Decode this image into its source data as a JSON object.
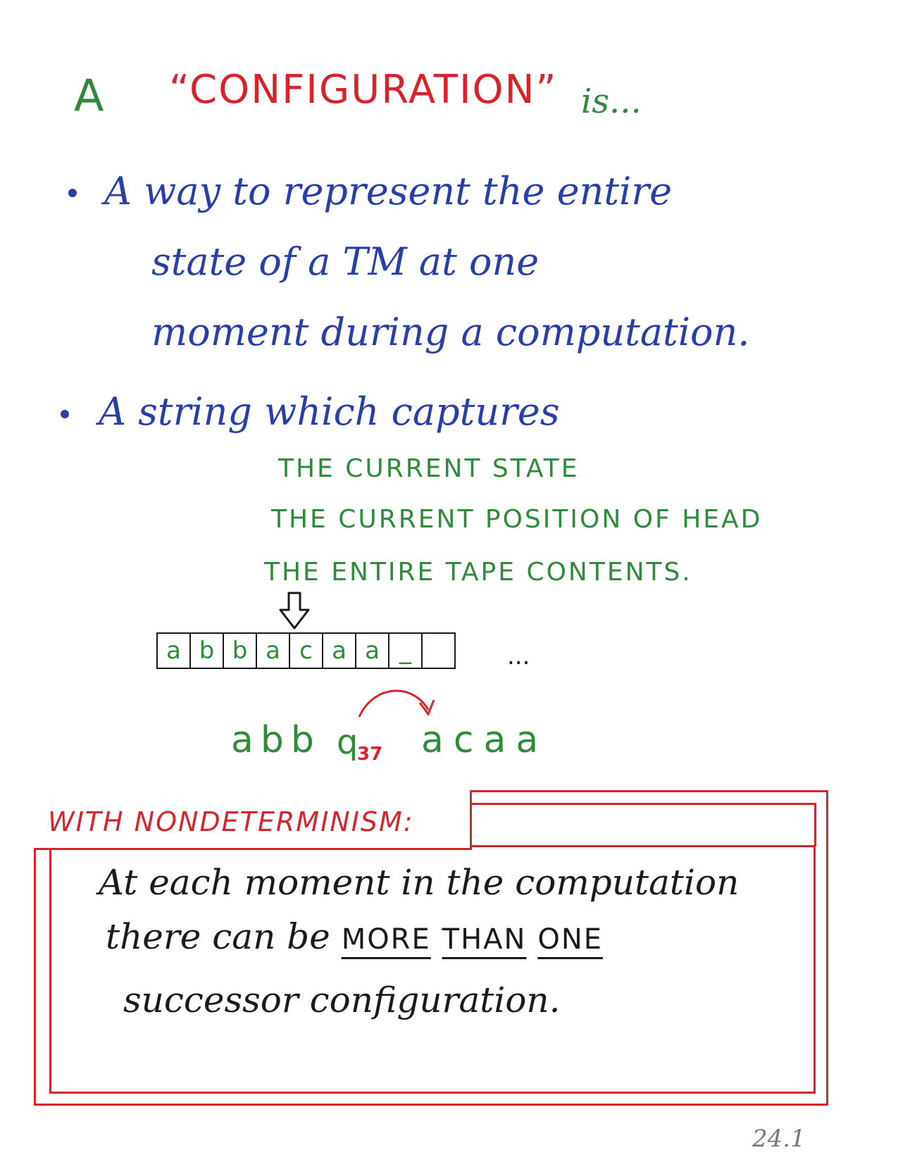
{
  "title": {
    "a": "A",
    "config": "“CONFIGURATION”",
    "is": "is..."
  },
  "bullet1": {
    "line1": "A way to represent the entire",
    "line2": "state of a TM at one",
    "line3": "moment during a computation."
  },
  "bullet2": {
    "line1": "A string which captures",
    "captures": [
      "THE CURRENT STATE",
      "THE CURRENT POSITION OF HEAD",
      "THE ENTIRE TAPE CONTENTS."
    ]
  },
  "tape": {
    "cells": [
      "a",
      "b",
      "b",
      "a",
      "c",
      "a",
      "a",
      "_"
    ],
    "continuation": "...",
    "head_icon": "down-arrow-icon"
  },
  "configuration_string": {
    "left": "abb",
    "state": "q",
    "state_subscript": "37",
    "right": "acaa"
  },
  "box": {
    "label": "WITH NONDETERMINISM:",
    "line1": "At each moment in the computation",
    "line2_prefix": "there can be",
    "emph1": "MORE",
    "emph2": "THAN",
    "emph3": "ONE",
    "line3": "successor configuration."
  },
  "page_number": "24.1",
  "colors": {
    "green": "#2f8a3c",
    "red": "#d6242c",
    "blue": "#2a3ea8",
    "black": "#1a1a1a"
  }
}
